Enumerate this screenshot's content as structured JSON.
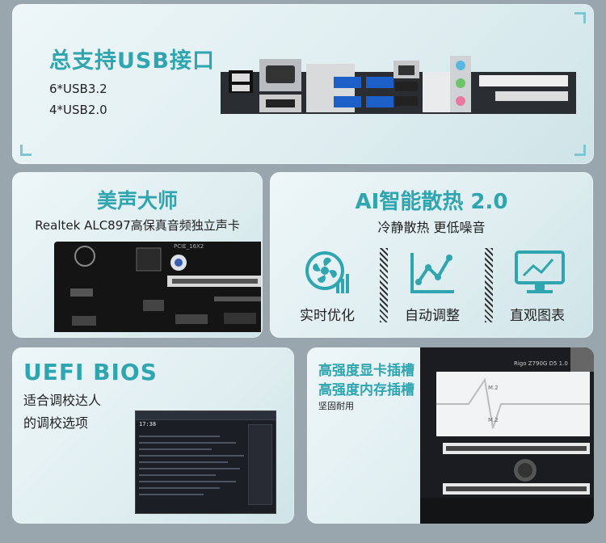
{
  "usb": {
    "title": "总支持USB接口",
    "line1": "6*USB3.2",
    "line2": "4*USB2.0"
  },
  "audio": {
    "title": "美声大师",
    "subtitle": "Realtek ALC897高保真音频独立声卡",
    "board_label": "PCIE_16X2"
  },
  "ai": {
    "title": "AI智能散热 2.0",
    "subtitle": "冷静散热 更低噪音",
    "features": [
      {
        "label": "实时优化",
        "icon": "fan-icon"
      },
      {
        "label": "自动调整",
        "icon": "line-chart-icon"
      },
      {
        "label": "直观图表",
        "icon": "monitor-chart-icon"
      }
    ]
  },
  "bios": {
    "title": "UEFI BIOS",
    "line1": "适合调校达人",
    "line2": "的调校选项",
    "screen_time": "17:38"
  },
  "slots": {
    "line1": "高强度显卡插槽",
    "line2": "高强度内存插槽",
    "line3": "坚固耐用",
    "board_model": "Rigo Z790G D5 1.0",
    "m2_label": "M.2"
  },
  "colors": {
    "accent": "#2fa5b0",
    "panel_bg": "#e6f1f3",
    "page_bg": "#9aa6ae"
  }
}
